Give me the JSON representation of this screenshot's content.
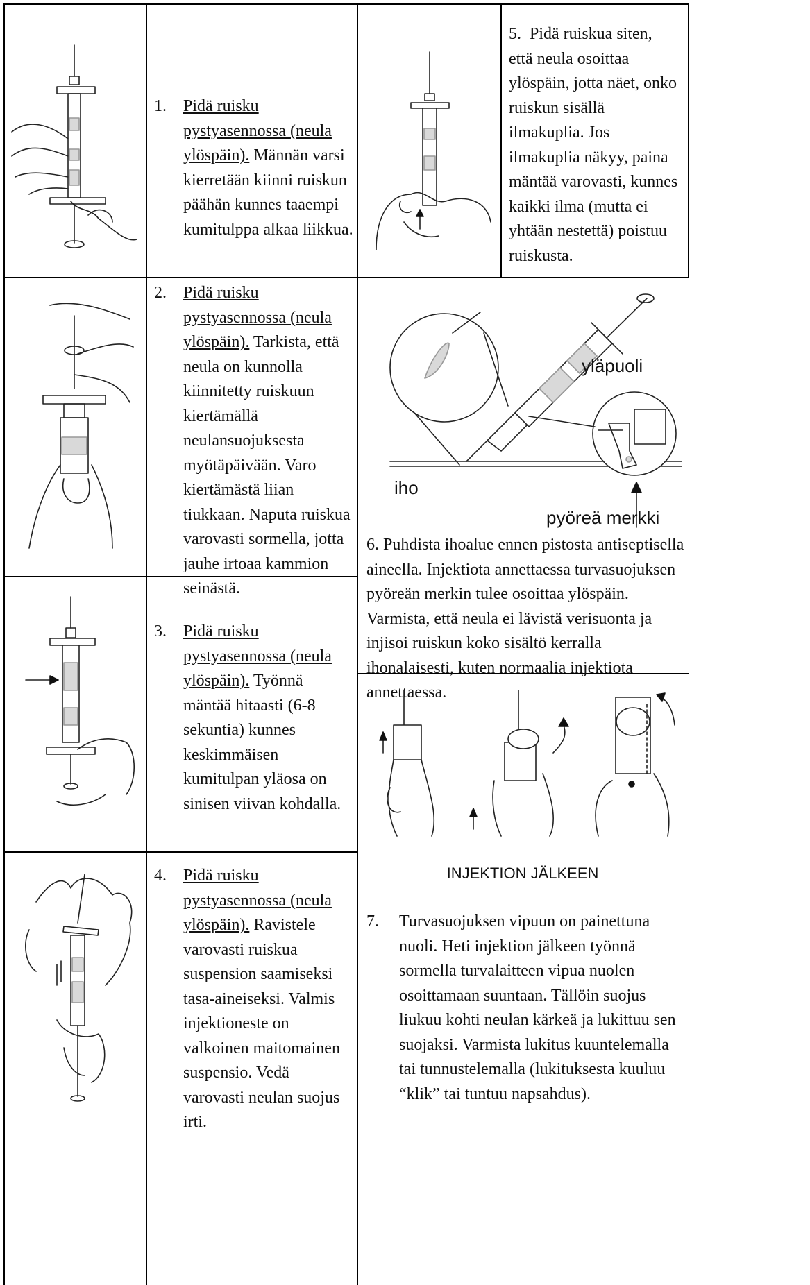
{
  "steps": [
    {
      "num": "1.",
      "underlined": "Pidä ruisku pystyasennossa (neula ylöspäin).",
      "rest": " Männän varsi kierretään kiinni ruiskun päähän kunnes taaempi kumitulppa alkaa liikkua."
    },
    {
      "num": "2.",
      "underlined": "Pidä ruisku pystyasennossa (neula ylöspäin).",
      "rest": " Tarkista, että neula on kunnolla kiinnitetty ruiskuun kiertämällä neulansuojuksesta myötäpäivään. Varo kiertämästä liian tiukkaan. Naputa ruiskua varovasti sormella, jotta jauhe irtoaa kammion seinästä."
    },
    {
      "num": "3.",
      "underlined": "Pidä ruisku pystyasennossa (neula ylöspäin).",
      "rest": " Työnnä mäntää hitaasti (6-8 sekuntia) kunnes keskimmäisen kumitulpan yläosa on sinisen viivan kohdalla."
    },
    {
      "num": "4.",
      "underlined": "Pidä ruisku pystyasennossa (neula ylöspäin).",
      "rest": " Ravistele varovasti ruiskua suspension saamiseksi tasa-aineiseksi. Valmis injektioneste on valkoinen maitomainen suspensio. Vedä varovasti neulan suojus irti."
    },
    {
      "num": "5.",
      "text": "Pidä ruiskua siten, että neula osoittaa ylöspäin, jotta näet, onko ruiskun sisällä ilmakuplia. Jos ilmakuplia näkyy, paina mäntää varovasti, kunnes kaikki ilma (mutta ei yhtään nestettä) poistuu ruiskusta."
    },
    {
      "num": "6.",
      "text": "Puhdista ihoalue ennen pistosta antiseptisella aineella. Injektiota annettaessa turvasuojuksen pyöreän merkin tulee osoittaa ylöspäin. Varmista, että neula ei lävistä verisuonta ja injisoi ruiskun koko sisältö kerralla ihonalaisesti, kuten normaalia injektiota annettaessa."
    },
    {
      "num": "7.",
      "text": "Turvasuojuksen vipuun on painettuna nuoli. Heti injektion jälkeen työnnä sormella turvalaitteen vipua nuolen osoittamaan suuntaan. Tällöin suojus liukuu kohti neulan kärkeä ja lukittuu sen suojaksi. Varmista lukitus kuuntelemalla tai tunnustelemalla (lukituksesta kuuluu “klik” tai tuntuu napsahdus)."
    }
  ],
  "figure6": {
    "label_top": "yläpuoli",
    "label_skin": "iho",
    "label_mark": "pyöreä merkki"
  },
  "after_heading": "INJEKTION JÄLKEEN",
  "icons": [
    "syringe-hand",
    "magnifier-circle",
    "arrow-up",
    "rotate-arrow"
  ]
}
